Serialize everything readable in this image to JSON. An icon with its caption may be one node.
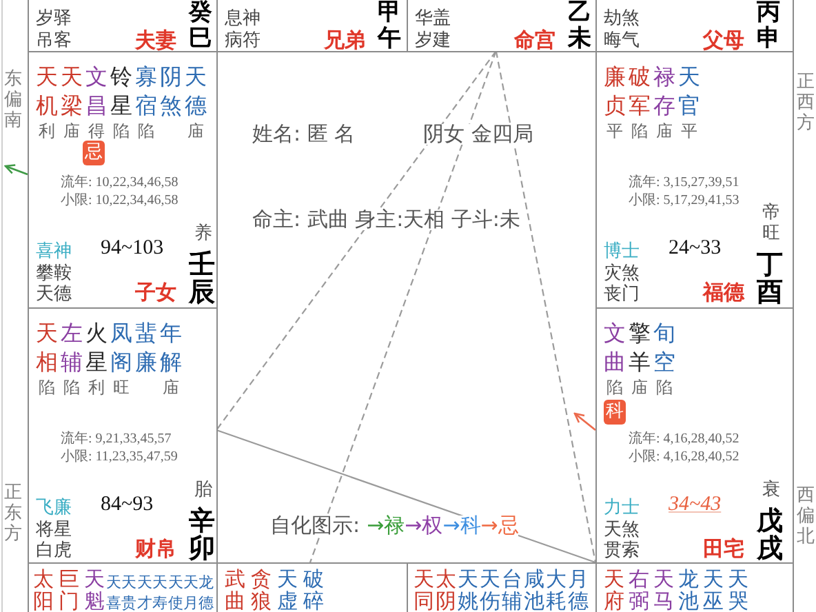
{
  "diagram": {
    "nodes": [
      {
        "text": [
          "岁驿",
          "吊客",
          "夫妻",
          "癸巳"
        ]
      },
      {
        "text": [
          "息神",
          "病符",
          "兄弟",
          "甲午"
        ]
      },
      {
        "text": [
          "华盖",
          "岁建",
          "命宫",
          "乙未"
        ]
      },
      {
        "text": [
          "劫煞",
          "晦气",
          "父母",
          "丙申"
        ]
      },
      {
        "text": [
          "天机",
          "天梁",
          "文昌",
          "铃星",
          "寡宿",
          "阴煞",
          "天德",
          "利",
          "庙",
          "得",
          "陷",
          "陷",
          "庙",
          "流年: 10,22,34,46,58",
          "小限: 10,22,34,46,58",
          "养",
          "喜神",
          "攀鞍",
          "天德",
          "94~103",
          "子女",
          "壬辰"
        ]
      },
      {
        "text": [
          "忌"
        ],
        "in": 4
      },
      {
        "text": [
          "廉贞",
          "破军",
          "禄存",
          "天官",
          "平",
          "陷",
          "庙",
          "平",
          "流年: 3,15,27,39,51",
          "小限: 5,17,29,41,53",
          "帝旺",
          "博士",
          "灾煞",
          "丧门",
          "24~33",
          "福德",
          "丁酉"
        ]
      },
      {
        "text": [
          "天相",
          "左辅",
          "火星",
          "凤阁",
          "蜚廉",
          "年解",
          "陷",
          "陷",
          "利",
          "旺",
          "庙",
          "流年: 9,21,33,45,57",
          "小限: 11,23,35,47,59",
          "胎",
          "飞廉",
          "将星",
          "白虎",
          "84~93",
          "财帛",
          "辛卯"
        ]
      },
      {
        "text": [
          "文曲",
          "擎羊",
          "旬空",
          "陷",
          "庙",
          "陷",
          "流年: 4,16,28,40,52",
          "小限: 4,16,28,40,52",
          "衰",
          "力士",
          "天煞",
          "贯索",
          "34~43",
          "田宅",
          "戊戌"
        ]
      },
      {
        "text": [
          "科"
        ],
        "in": 8
      },
      {
        "text": [
          "太阳",
          "巨门",
          "天魁",
          "天喜",
          "天贵",
          "天才",
          "天寿",
          "天使",
          "天月",
          "龙德"
        ]
      },
      {
        "text": [
          "武曲",
          "贪狼",
          "天虚",
          "破碎"
        ]
      },
      {
        "text": [
          "天同",
          "太阴",
          "天姚",
          "天伤",
          "台辅",
          "咸池",
          "大耗",
          "月德"
        ]
      },
      {
        "text": [
          "天府",
          "右弼",
          "天马",
          "龙池",
          "天巫",
          "天哭"
        ]
      }
    ],
    "edges": [
      {
        "from": 2,
        "to": 7,
        "arrow": "none",
        "style": "dashed"
      },
      {
        "from": 2,
        "to": 11,
        "arrow": "none",
        "style": "dashed"
      },
      {
        "from": 2,
        "to": 13,
        "arrow": "none",
        "style": "dashed"
      },
      {
        "from": 7,
        "to": 13,
        "arrow": "none"
      },
      {
        "from": 4,
        "to": null,
        "arrow": "to",
        "color": "#3f9a46"
      },
      {
        "from": 8,
        "to": null,
        "arrow": "to",
        "color": "#ec6a4c"
      }
    ],
    "labels": [
      "东偏南",
      "正西方",
      "姓名: 匿 名",
      "阴女 金四局",
      "命主: 武曲 身主:天相 子斗:未",
      "正东方",
      "西偏北",
      "自化图示:",
      "→禄",
      "→权",
      "→科",
      "→忌"
    ]
  }
}
